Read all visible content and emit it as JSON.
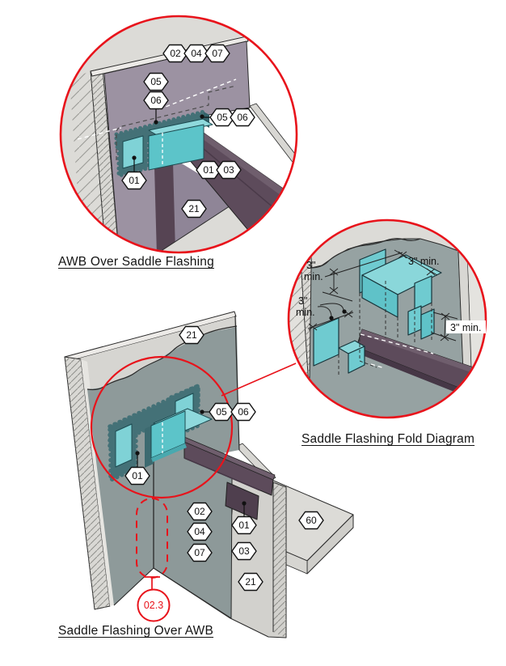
{
  "top_view": {
    "title": "AWB Over Saddle Flashing",
    "hexes": [
      "02",
      "04",
      "07",
      "05",
      "06",
      "05",
      "06",
      "01",
      "01",
      "03",
      "21"
    ]
  },
  "fold_view": {
    "title": "Saddle Flashing Fold Diagram",
    "dims": [
      "3\"",
      "min.",
      "3\"",
      "min.",
      "3\" min.",
      "3\" min."
    ]
  },
  "bottom_view": {
    "title": "Saddle Flashing Over AWB",
    "hexes": [
      "21",
      "05",
      "06",
      "01",
      "02",
      "04",
      "07",
      "01",
      "03",
      "60",
      "21"
    ],
    "detail_callout": "02.3"
  },
  "colors": {
    "accent_red": "#e8131b",
    "flashing_teal": "#5cc4c9",
    "flashing_teal_light": "#8fd9dc",
    "sealant_dark_teal": "#447177",
    "beam_purple": "#5d4b5b",
    "wall_gray_awb": "#8e9a9a",
    "wall_purple_awb": "#9c92a2",
    "sheathing_gray": "#d6d5d1"
  }
}
